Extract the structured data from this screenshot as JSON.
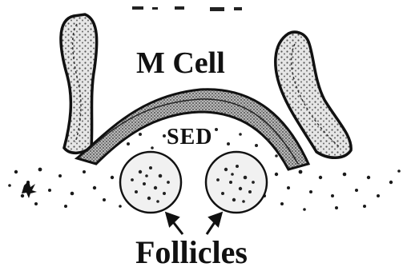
{
  "labels": {
    "m_cell": "M Cell",
    "sed": "SED",
    "follicles": "Follicles"
  },
  "colors": {
    "ink": "#111111",
    "shading": "#9a9a9a",
    "background": "#ffffff"
  }
}
